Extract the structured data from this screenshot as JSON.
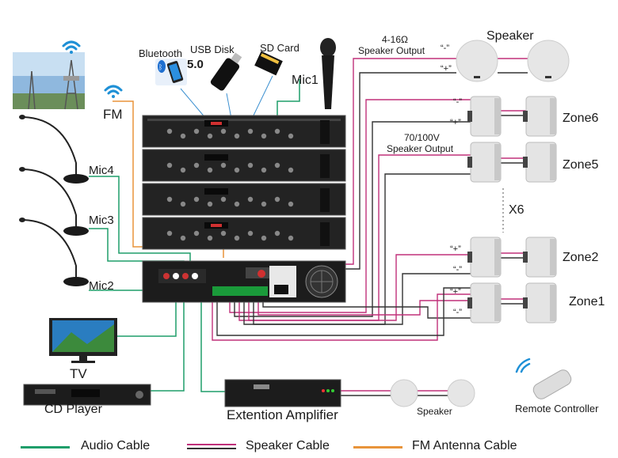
{
  "labels": {
    "bluetooth": "Bluetooth",
    "usb_disk": "USB Disk",
    "sd_card": "SD Card",
    "mic1": "Mic1",
    "fm": "FM",
    "mic4": "Mic4",
    "mic3": "Mic3",
    "mic2": "Mic2",
    "tv": "TV",
    "cd_player": "CD Player",
    "ext_amp": "Extention Amplifier",
    "speaker_top": "Speaker",
    "speaker_output_low": "4-16Ω",
    "speaker_output_low2": "Speaker Output",
    "speaker_output_high": "70/100V",
    "speaker_output_high2": "Speaker Output",
    "zone6": "Zone6",
    "zone5": "Zone5",
    "x6": "X6",
    "zone2": "Zone2",
    "zone1": "Zone1",
    "speaker_bottom": "Speaker",
    "remote": "Remote Controller",
    "bt_version": "5.0"
  },
  "polarity": {
    "minus": "“-”",
    "plus": "“+”"
  },
  "legend": {
    "audio": "Audio Cable",
    "speaker": "Speaker Cable",
    "fm": "FM Antenna Cable"
  },
  "colors": {
    "audio": "#1f9e6a",
    "speaker": "#c0307a",
    "speaker_dark": "#333333",
    "fm": "#e8943a",
    "wifi": "#1e90d6"
  }
}
